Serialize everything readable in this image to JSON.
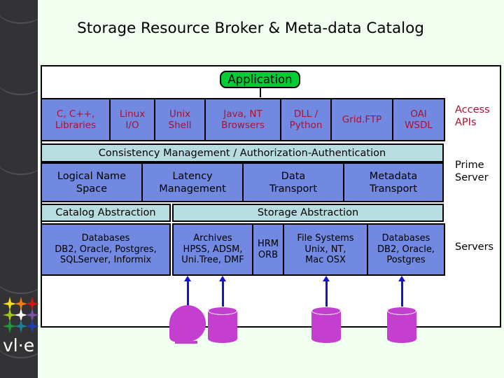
{
  "slide": {
    "title": "Storage Resource Broker & Meta-data Catalog",
    "background_color": "#f0fff0",
    "panel_color": "#ffffff"
  },
  "logo": {
    "wordmark": "vl·e",
    "star_colors": [
      "#f2e01c",
      "#f07c16",
      "#d81414",
      "#9fc81c",
      "#ffffff",
      "#7a52a8",
      "#1f9938",
      "#1d7f92",
      "#1a3fb5"
    ]
  },
  "colors": {
    "application": "#00cc33",
    "tier_blue": "#7189e0",
    "tier_cyan": "#b7dde1",
    "api_text": "#b01030",
    "arrow": "#1414cf",
    "storage": "#c43fd0"
  },
  "application": {
    "label": "Application"
  },
  "access_apis": {
    "caption": "Access APIs",
    "caption_line1": "Access",
    "caption_line2": "APIs",
    "items": [
      {
        "line1": "C, C++,",
        "line2": "Libraries"
      },
      {
        "line1": "Linux",
        "line2": "I/O"
      },
      {
        "line1": "Unix",
        "line2": "Shell"
      },
      {
        "line1": "Java, NT",
        "line2": "Browsers"
      },
      {
        "line1": "DLL /",
        "line2": "Python"
      },
      {
        "line1": "Grid.FTP",
        "line2": ""
      },
      {
        "line1": "OAI",
        "line2": "WSDL"
      }
    ]
  },
  "prime_server": {
    "caption_line1": "Prime",
    "caption_line2": "Server",
    "banner": "Consistency Management / Authorization-Authentication",
    "items": [
      {
        "line1": "Logical Name",
        "line2": "Space"
      },
      {
        "line1": "Latency",
        "line2": "Management"
      },
      {
        "line1": "Data",
        "line2": "Transport"
      },
      {
        "line1": "Metadata",
        "line2": "Transport"
      }
    ]
  },
  "abstractions": {
    "catalog": "Catalog Abstraction",
    "storage": "Storage Abstraction"
  },
  "servers": {
    "caption": "Servers",
    "items": [
      {
        "line1": "Databases",
        "line2": "DB2, Oracle, Postgres,",
        "line3": "SQLServer, Informix"
      },
      {
        "line1": "Archives",
        "line2": "HPSS, ADSM,",
        "line3": "Uni.Tree, DMF"
      },
      {
        "line1": "HRM",
        "line2": "ORB",
        "line3": ""
      },
      {
        "line1": "File Systems",
        "line2": "Unix, NT,",
        "line3": "Mac OSX"
      },
      {
        "line1": "Databases",
        "line2": "DB2, Oracle,",
        "line3": "Postgres"
      }
    ]
  },
  "storage_devices": [
    {
      "shape": "tape-sphere"
    },
    {
      "shape": "disk-cylinder"
    },
    {
      "shape": "disk-cylinder"
    },
    {
      "shape": "disk-cylinder"
    }
  ]
}
